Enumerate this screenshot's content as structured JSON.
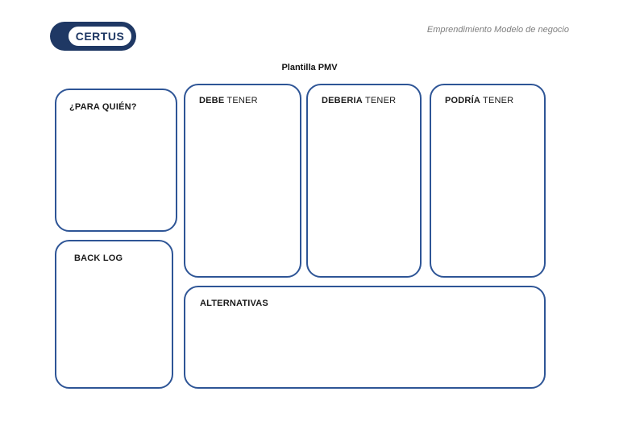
{
  "header": {
    "logo_text": "CERTUS",
    "course_label": "Emprendimiento Modelo de negocio"
  },
  "title": "Plantilla PMV",
  "colors": {
    "logo_navy": "#1f3864",
    "box_border": "#2e5596",
    "label_text": "#1a1a1a",
    "course_label_text": "#7f7f7f"
  },
  "boxes": {
    "para_quien": {
      "label": "¿PARA QUIÉN?"
    },
    "debe": {
      "label_bold": "DEBE",
      "label_rest": " TENER"
    },
    "deberia": {
      "label_bold": "DEBERIA",
      "label_rest": " TENER"
    },
    "podria": {
      "label_bold": "PODRÍA",
      "label_rest": " TENER"
    },
    "back_log": {
      "label": "BACK LOG"
    },
    "alternativas": {
      "label": "ALTERNATIVAS"
    }
  }
}
